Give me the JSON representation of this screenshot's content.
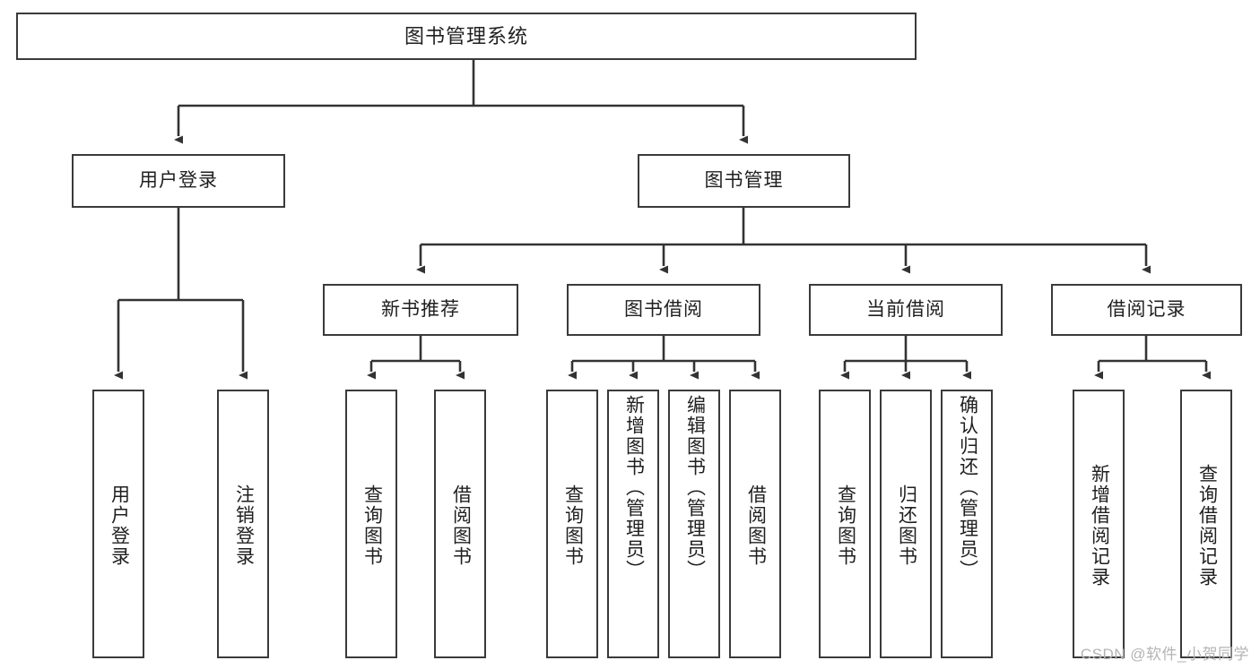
{
  "diagram": {
    "title": "图书管理系统",
    "type": "tree-hierarchy",
    "orientation": "top-down",
    "colors": {
      "box_border": "#3a3a3a",
      "box_fill": "#ffffff",
      "connector": "#333333",
      "text": "#1f1f1f",
      "watermark": "#b4b4b4",
      "background": "#ffffff"
    }
  },
  "root": {
    "label": "图书管理系统"
  },
  "level2": [
    {
      "label": "用户登录"
    },
    {
      "label": "图书管理"
    }
  ],
  "level3": [
    {
      "label": "新书推荐"
    },
    {
      "label": "图书借阅"
    },
    {
      "label": "当前借阅"
    },
    {
      "label": "借阅记录"
    }
  ],
  "leaves": {
    "user_login": [
      {
        "label": "用户登录"
      },
      {
        "label": "注销登录"
      }
    ],
    "new_book_recommend": [
      {
        "label": "查询图书"
      },
      {
        "label": "借阅图书"
      }
    ],
    "book_borrow": [
      {
        "label": "查询图书"
      },
      {
        "label": "新增图书（管理员）"
      },
      {
        "label": "编辑图书（管理员）"
      },
      {
        "label": "借阅图书"
      }
    ],
    "current_borrow": [
      {
        "label": "查询图书"
      },
      {
        "label": "归还图书"
      },
      {
        "label": "确认归还（管理员）"
      }
    ],
    "borrow_record": [
      {
        "label": "新增借阅记录"
      },
      {
        "label": "查询借阅记录"
      }
    ]
  },
  "watermark": {
    "text": "CSDN @软件_小贺同学"
  }
}
